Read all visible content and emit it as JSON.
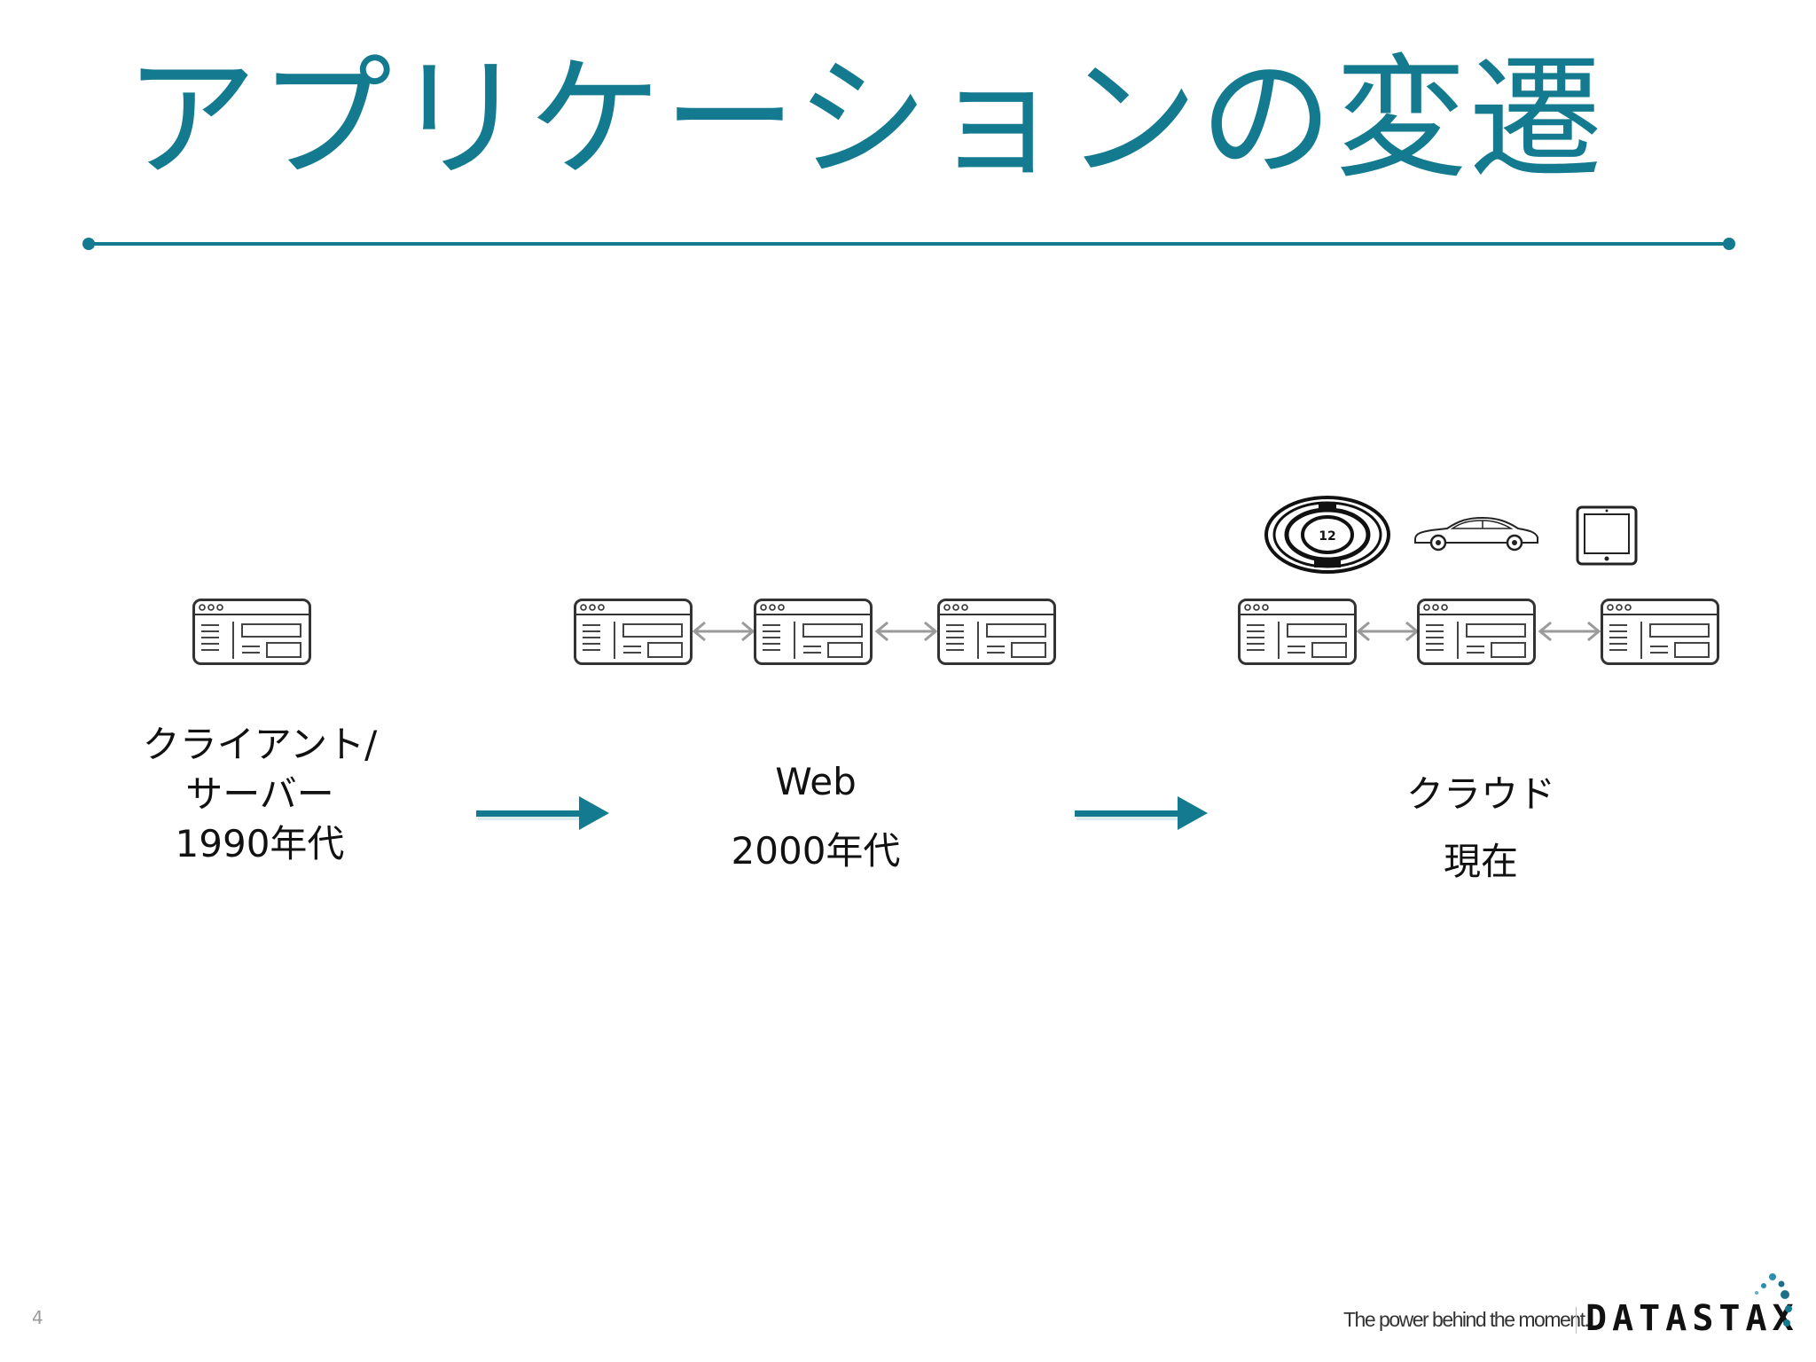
{
  "slide": {
    "title": "アプリケーションの変遷",
    "page_number": "4",
    "accent_color": "#137a8f"
  },
  "eras": [
    {
      "lines": [
        "クライアント/",
        "サーバー",
        "1990年代"
      ],
      "icons": [
        "browser-window-icon"
      ]
    },
    {
      "lines": [
        "Web",
        "2000年代"
      ],
      "icons": [
        "browser-window-icon",
        "double-arrow-icon",
        "browser-window-icon",
        "double-arrow-icon",
        "browser-window-icon"
      ]
    },
    {
      "lines": [
        "クラウド",
        "現在"
      ],
      "icons": [
        "thermostat-icon",
        "car-icon",
        "tablet-icon",
        "browser-window-icon",
        "double-arrow-icon",
        "browser-window-icon",
        "double-arrow-icon",
        "browser-window-icon"
      ],
      "thermostat_reading": "12"
    }
  ],
  "footer": {
    "tagline": "The power behind the moment.",
    "brand": "DATASTAX"
  }
}
